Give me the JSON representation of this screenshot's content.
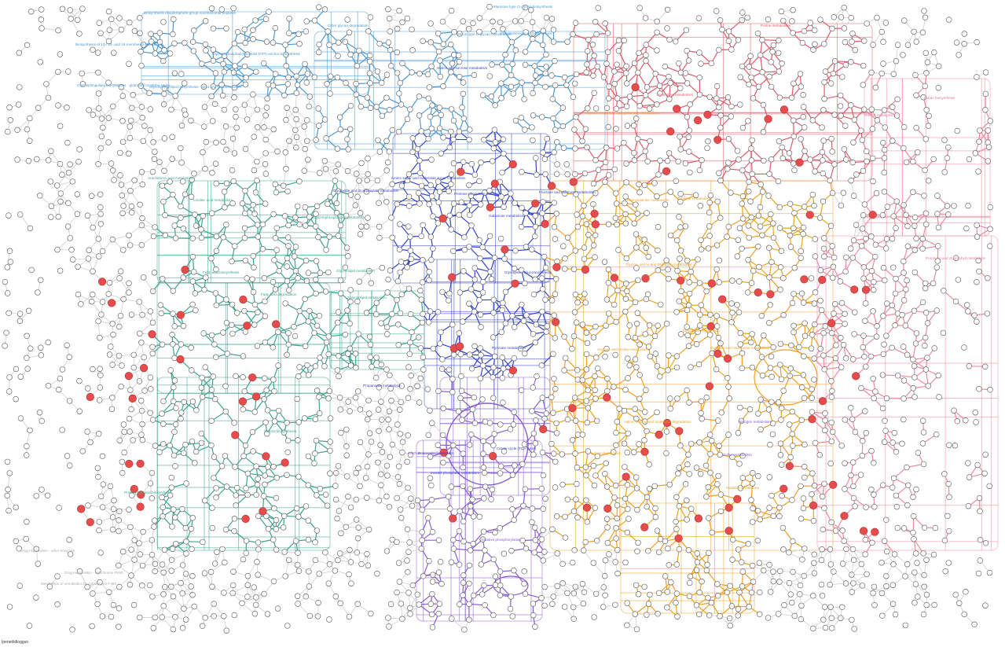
{
  "map": {
    "footer": "Ipenet/idloggun",
    "colors": {
      "background": "#ffffff",
      "node_fill": "#ffffff",
      "node_stroke": "#555555",
      "highlight_node": "#e74c4c",
      "edge_default": "#cfcfcf",
      "carbohydrate": "#3344cc",
      "energy": "#8a5cd6",
      "lipid": "#3aa58e",
      "nucleotide": "#e05a6a",
      "amino_acid": "#f0a020",
      "glycan": "#4a9ad8",
      "other_aa": "#f08aa0",
      "xenobiotic": "#aaaaaa",
      "cofactor": "#e07a9a"
    },
    "labels": [
      {
        "id": "l1",
        "text": "Biosynthesis of siderophore group nonribosomal peptides",
        "color": "glycan"
      },
      {
        "id": "l2",
        "text": "Biosynthesis of 12-, 14- and 16-membered macrolides",
        "color": "glycan"
      },
      {
        "id": "l3",
        "text": "Other glycan degradation",
        "color": "glycan"
      },
      {
        "id": "l4",
        "text": "Glycosphingolipid biosynthesis - globo and isoglobo series",
        "color": "glycan"
      },
      {
        "id": "l5",
        "text": "Glycosphingolipid biosynthesis - lacto and neolacto series",
        "color": "glycan"
      },
      {
        "id": "l6",
        "text": "Glycosylphosphatidylinositol (GPI)-anchor biosynthesis",
        "color": "glycan"
      },
      {
        "id": "l7",
        "text": "Mannose type O-glycan biosynthesis",
        "color": "glycan"
      },
      {
        "id": "l8",
        "text": "Mucin type O-glycan biosynthesis",
        "color": "glycan"
      },
      {
        "id": "l9",
        "text": "Glycosaminoglycan biosynthesis",
        "color": "glycan"
      },
      {
        "id": "l10",
        "text": "Starch and sucrose metabolism",
        "color": "carbohydrate"
      },
      {
        "id": "l11",
        "text": "Amino sugar and nucleotide sugar metabolism",
        "color": "carbohydrate"
      },
      {
        "id": "l12",
        "text": "Galactose metabolism",
        "color": "carbohydrate"
      },
      {
        "id": "l13",
        "text": "Pentose phosphate pathway",
        "color": "carbohydrate"
      },
      {
        "id": "l14",
        "text": "Glycolysis / Gluconeogenesis",
        "color": "carbohydrate"
      },
      {
        "id": "l15",
        "text": "Fructose and mannose metabolism",
        "color": "carbohydrate"
      },
      {
        "id": "l16",
        "text": "Pyruvate metabolism",
        "color": "carbohydrate"
      },
      {
        "id": "l17",
        "text": "Citrate cycle (TCA cycle)",
        "color": "carbohydrate"
      },
      {
        "id": "l18",
        "text": "Propanoate metabolism",
        "color": "carbohydrate"
      },
      {
        "id": "l19",
        "text": "Butanoate metabolism",
        "color": "carbohydrate"
      },
      {
        "id": "l20",
        "text": "Inositol phosphate metabolism",
        "color": "carbohydrate"
      },
      {
        "id": "l21",
        "text": "Glyoxylate and dicarboxylate metabolism",
        "color": "carbohydrate"
      },
      {
        "id": "l22",
        "text": "Fatty acid biosynthesis",
        "color": "lipid"
      },
      {
        "id": "l23",
        "text": "Fatty acid degradation",
        "color": "lipid"
      },
      {
        "id": "l24",
        "text": "Arachidonic acid metabolism",
        "color": "lipid"
      },
      {
        "id": "l25",
        "text": "Linoleic acid metabolism",
        "color": "lipid"
      },
      {
        "id": "l26",
        "text": "Glycerophospholipid metabolism",
        "color": "lipid"
      },
      {
        "id": "l27",
        "text": "Glycerolipid metabolism",
        "color": "lipid"
      },
      {
        "id": "l28",
        "text": "Sphingolipid metabolism",
        "color": "lipid"
      },
      {
        "id": "l29",
        "text": "Steroid biosynthesis",
        "color": "lipid"
      },
      {
        "id": "l30",
        "text": "Primary bile acid biosynthesis",
        "color": "lipid"
      },
      {
        "id": "l31",
        "text": "Purine metabolism",
        "color": "nucleotide"
      },
      {
        "id": "l32",
        "text": "Pyrimidine metabolism",
        "color": "nucleotide"
      },
      {
        "id": "l33",
        "text": "Tyrosine metabolism",
        "color": "amino_acid"
      },
      {
        "id": "l34",
        "text": "Phenylalanine metabolism",
        "color": "amino_acid"
      },
      {
        "id": "l35",
        "text": "Tryptophan metabolism",
        "color": "amino_acid"
      },
      {
        "id": "l36",
        "text": "Lysine degradation",
        "color": "amino_acid"
      },
      {
        "id": "l37",
        "text": "Valine, leucine and isoleucine degradation",
        "color": "amino_acid"
      },
      {
        "id": "l38",
        "text": "Arginine and proline metabolism",
        "color": "amino_acid"
      },
      {
        "id": "l39",
        "text": "Histidine metabolism",
        "color": "amino_acid"
      },
      {
        "id": "l40",
        "text": "Cysteine and methionine metabolism",
        "color": "amino_acid"
      },
      {
        "id": "l41",
        "text": "Glycine, serine and threonine metabolism",
        "color": "amino_acid"
      },
      {
        "id": "l42",
        "text": "Alanine, aspartate and glutamate metabolism",
        "color": "amino_acid"
      },
      {
        "id": "l43",
        "text": "Oxidative phosphorylation",
        "color": "energy"
      },
      {
        "id": "l44",
        "text": "Methane metabolism",
        "color": "energy"
      },
      {
        "id": "l45",
        "text": "Nitrogen metabolism",
        "color": "energy"
      },
      {
        "id": "l46",
        "text": "Sulfur metabolism",
        "color": "energy"
      },
      {
        "id": "l47",
        "text": "Retinol metabolism",
        "color": "cofactor"
      },
      {
        "id": "l48",
        "text": "Porphyrin and chlorophyll metabolism",
        "color": "cofactor"
      },
      {
        "id": "l49",
        "text": "Folate biosynthesis",
        "color": "cofactor"
      },
      {
        "id": "l50",
        "text": "Drug metabolism - other enzymes",
        "color": "xenobiotic"
      },
      {
        "id": "l51",
        "text": "Drug metabolism - cytochrome P450",
        "color": "xenobiotic"
      },
      {
        "id": "l52",
        "text": "Metabolism of xenobiotics by cytochrome P450",
        "color": "xenobiotic"
      }
    ]
  }
}
